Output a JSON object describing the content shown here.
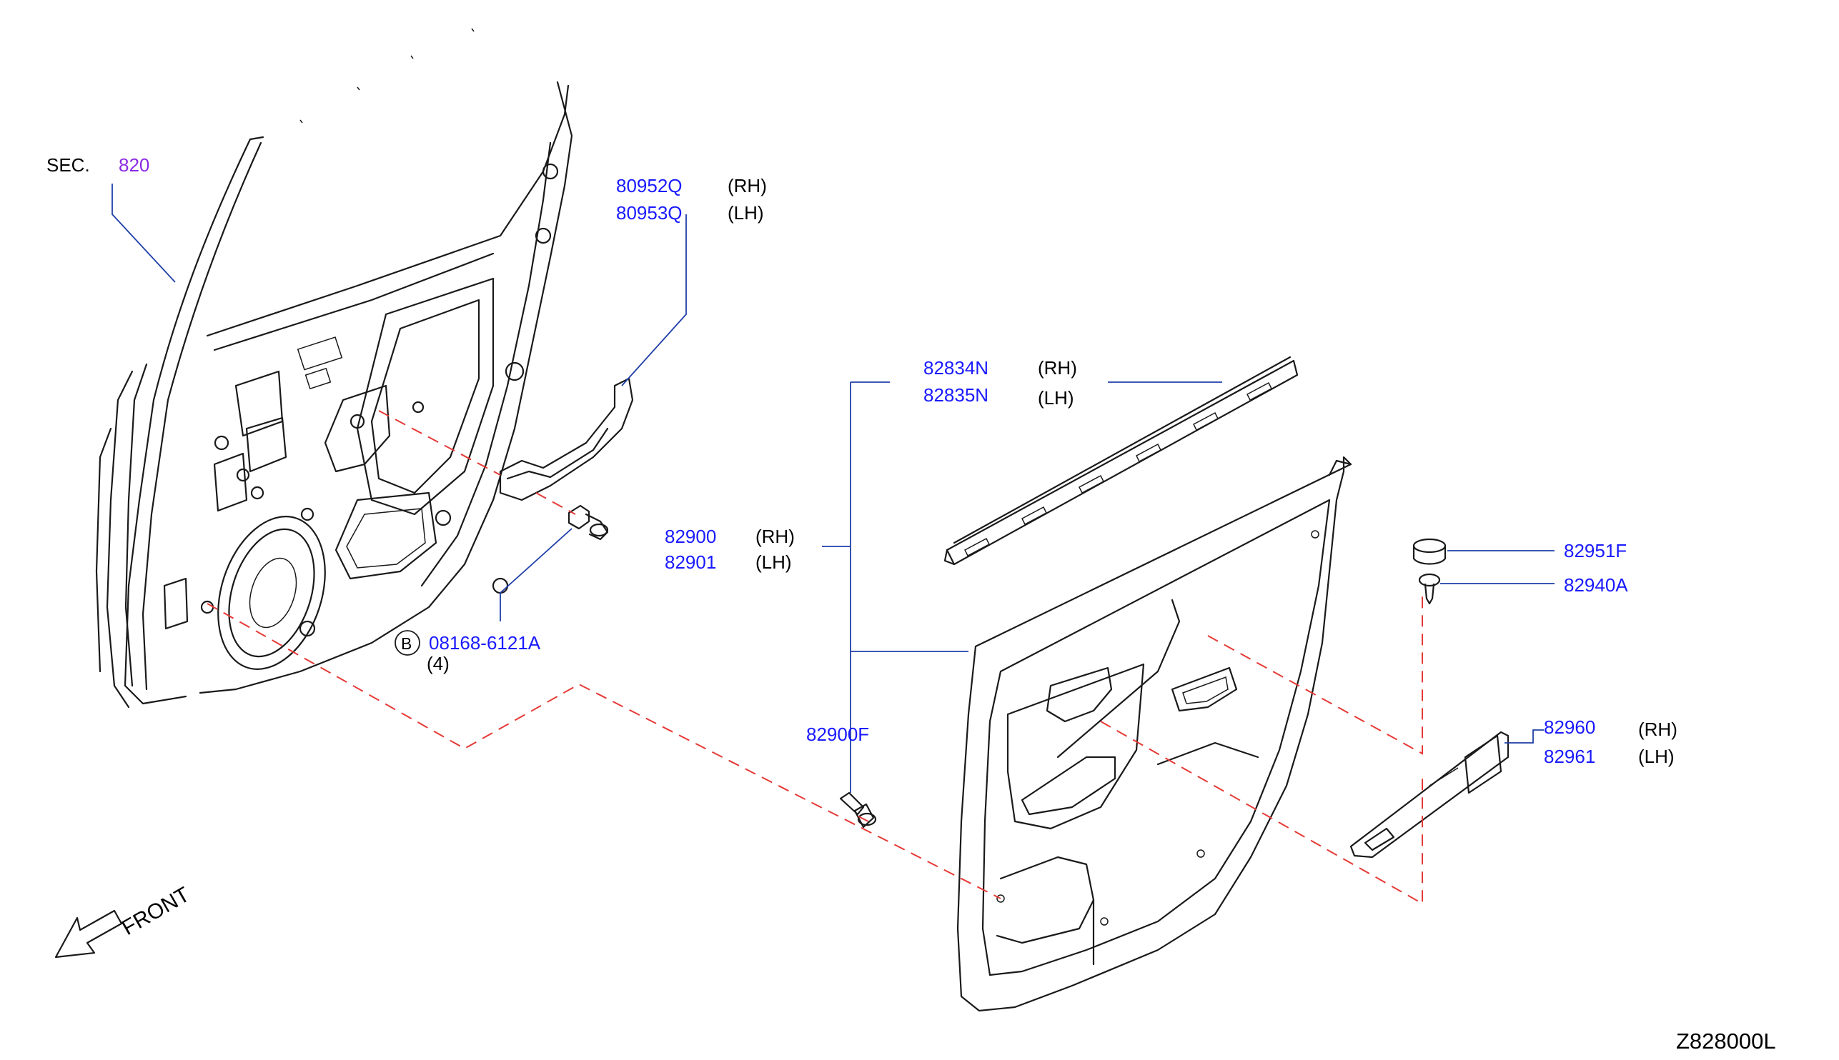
{
  "section": {
    "prefix": "SEC.",
    "number": "820"
  },
  "callouts": {
    "bracket": {
      "rh": "80952Q",
      "rh_side": "(RH)",
      "lh": "80953Q",
      "lh_side": "(LH)"
    },
    "weatherstrip": {
      "rh": "82834N",
      "rh_side": "(RH)",
      "lh": "82835N",
      "lh_side": "(LH)"
    },
    "finisher": {
      "rh": "82900",
      "rh_side": "(RH)",
      "lh": "82901",
      "lh_side": "(LH)"
    },
    "clip": {
      "part": "82900F"
    },
    "bolt": {
      "prefix": "B",
      "part": "08168-6121A",
      "qty": "(4)"
    },
    "cap": {
      "part": "82951F"
    },
    "screw": {
      "part": "82940A"
    },
    "armrest": {
      "rh": "82960",
      "rh_side": "(RH)",
      "lh": "82961",
      "lh_side": "(LH)"
    }
  },
  "front_label": "FRONT",
  "diagram_id": "Z828000L",
  "colors": {
    "part_number": "#1a1aff",
    "section_number": "#8a2be2",
    "leader": "#1f3fa8",
    "dashed": "#e53935",
    "linework": "#1a1a1a"
  }
}
